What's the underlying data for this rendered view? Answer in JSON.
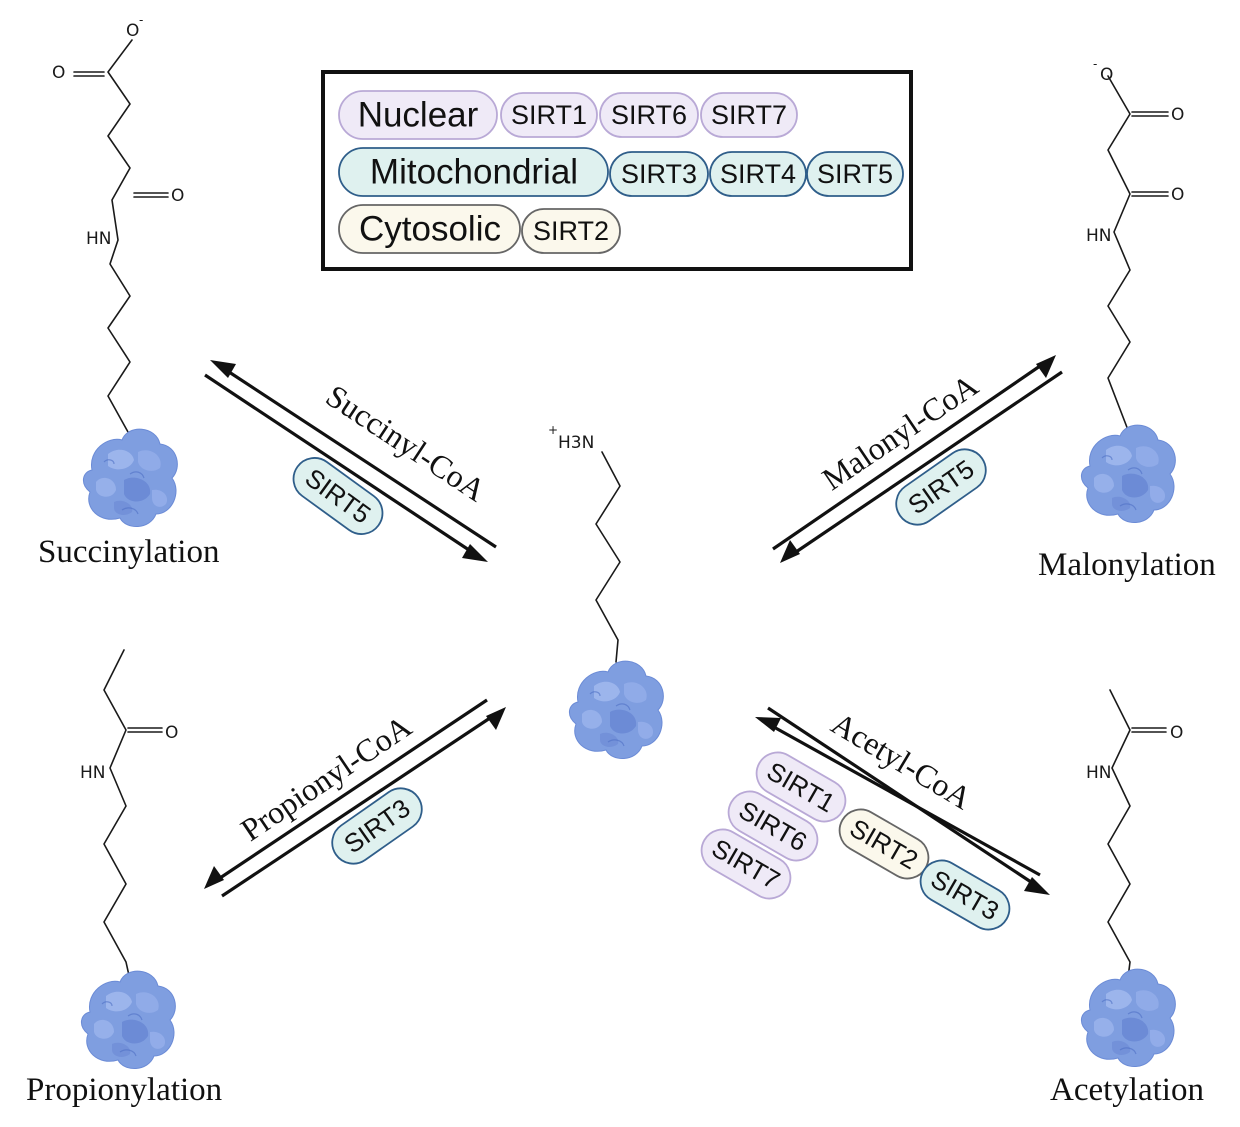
{
  "legend": {
    "rows": [
      {
        "label": "Nuclear",
        "kind": "nuclear",
        "items": [
          "SIRT1",
          "SIRT6",
          "SIRT7"
        ]
      },
      {
        "label": "Mitochondrial",
        "kind": "mito",
        "items": [
          "SIRT3",
          "SIRT4",
          "SIRT5"
        ]
      },
      {
        "label": "Cytosolic",
        "kind": "cyto",
        "items": [
          "SIRT2"
        ]
      }
    ]
  },
  "colors": {
    "nuclear_fill": "#efeaf7",
    "nuclear_stroke": "#b9a9d6",
    "mito_fill": "#dff1ef",
    "mito_stroke": "#2f5e8a",
    "cyto_fill": "#fbf8ec",
    "cyto_stroke": "#666666",
    "protein": "#7f9ee0",
    "protein_dark": "#5c7ccd",
    "protein_light": "#a5bcf0"
  },
  "center": {
    "amine": "H3N",
    "charge": "+"
  },
  "modifications": {
    "succinylation": {
      "label": "Succinylation",
      "atoms": {
        "o_minus": "O",
        "charge": "-",
        "o1": "O",
        "o2": "O",
        "nh": "HN"
      }
    },
    "malonylation": {
      "label": "Malonylation",
      "atoms": {
        "o_minus": "O",
        "charge": "-",
        "o1": "O",
        "o2": "O",
        "nh": "HN"
      }
    },
    "propionylation": {
      "label": "Propionylation",
      "atoms": {
        "o": "O",
        "nh": "HN"
      }
    },
    "acetylation": {
      "label": "Acetylation",
      "atoms": {
        "o": "O",
        "nh": "HN"
      }
    }
  },
  "reactions": {
    "succinyl": {
      "coa": "Succinyl-CoA",
      "sirts": [
        {
          "name": "SIRT5",
          "kind": "mito"
        }
      ]
    },
    "malonyl": {
      "coa": "Malonyl-CoA",
      "sirts": [
        {
          "name": "SIRT5",
          "kind": "mito"
        }
      ]
    },
    "propionyl": {
      "coa": "Propionyl-CoA",
      "sirts": [
        {
          "name": "SIRT3",
          "kind": "mito"
        }
      ]
    },
    "acetyl": {
      "coa": "Acetyl-CoA",
      "sirts": [
        {
          "name": "SIRT1",
          "kind": "nuclear"
        },
        {
          "name": "SIRT6",
          "kind": "nuclear"
        },
        {
          "name": "SIRT7",
          "kind": "nuclear"
        },
        {
          "name": "SIRT2",
          "kind": "cyto"
        },
        {
          "name": "SIRT3",
          "kind": "mito"
        }
      ]
    }
  }
}
